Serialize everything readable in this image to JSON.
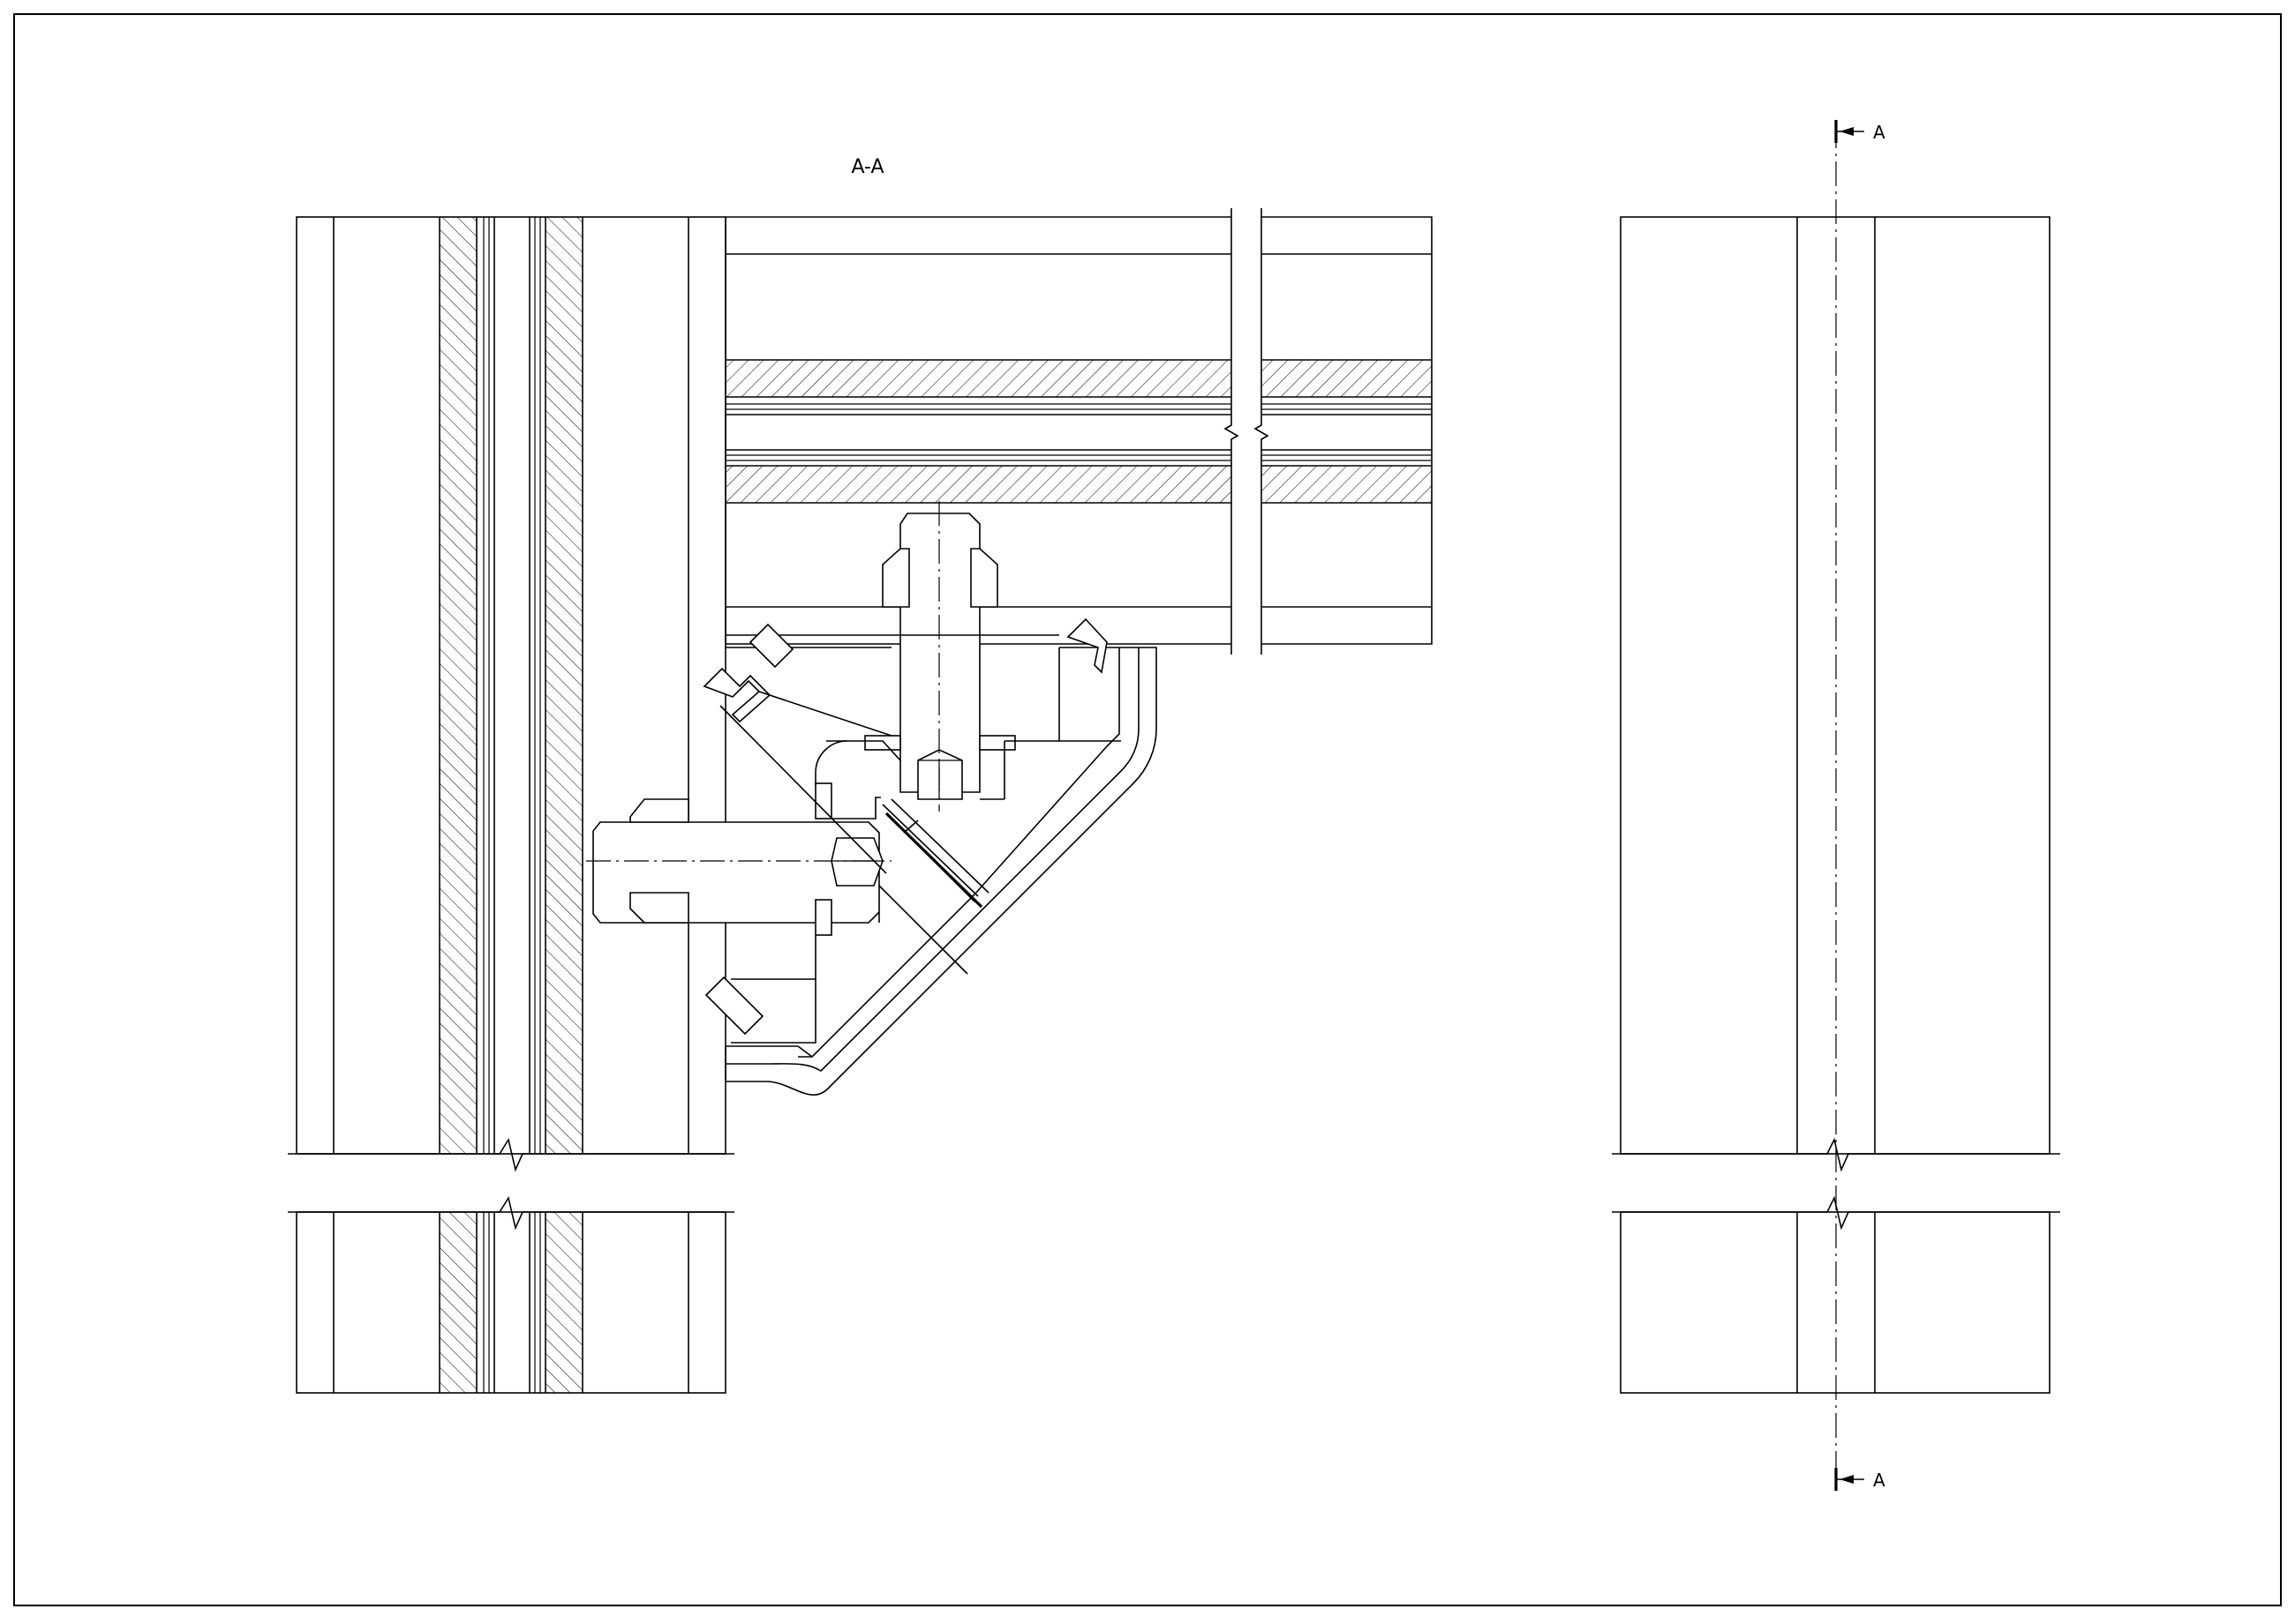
{
  "drawing": {
    "section_title": "A-A",
    "section_marker_top": "A",
    "section_marker_bottom": "A"
  },
  "colors": {
    "line": "#000000",
    "background": "#ffffff"
  }
}
